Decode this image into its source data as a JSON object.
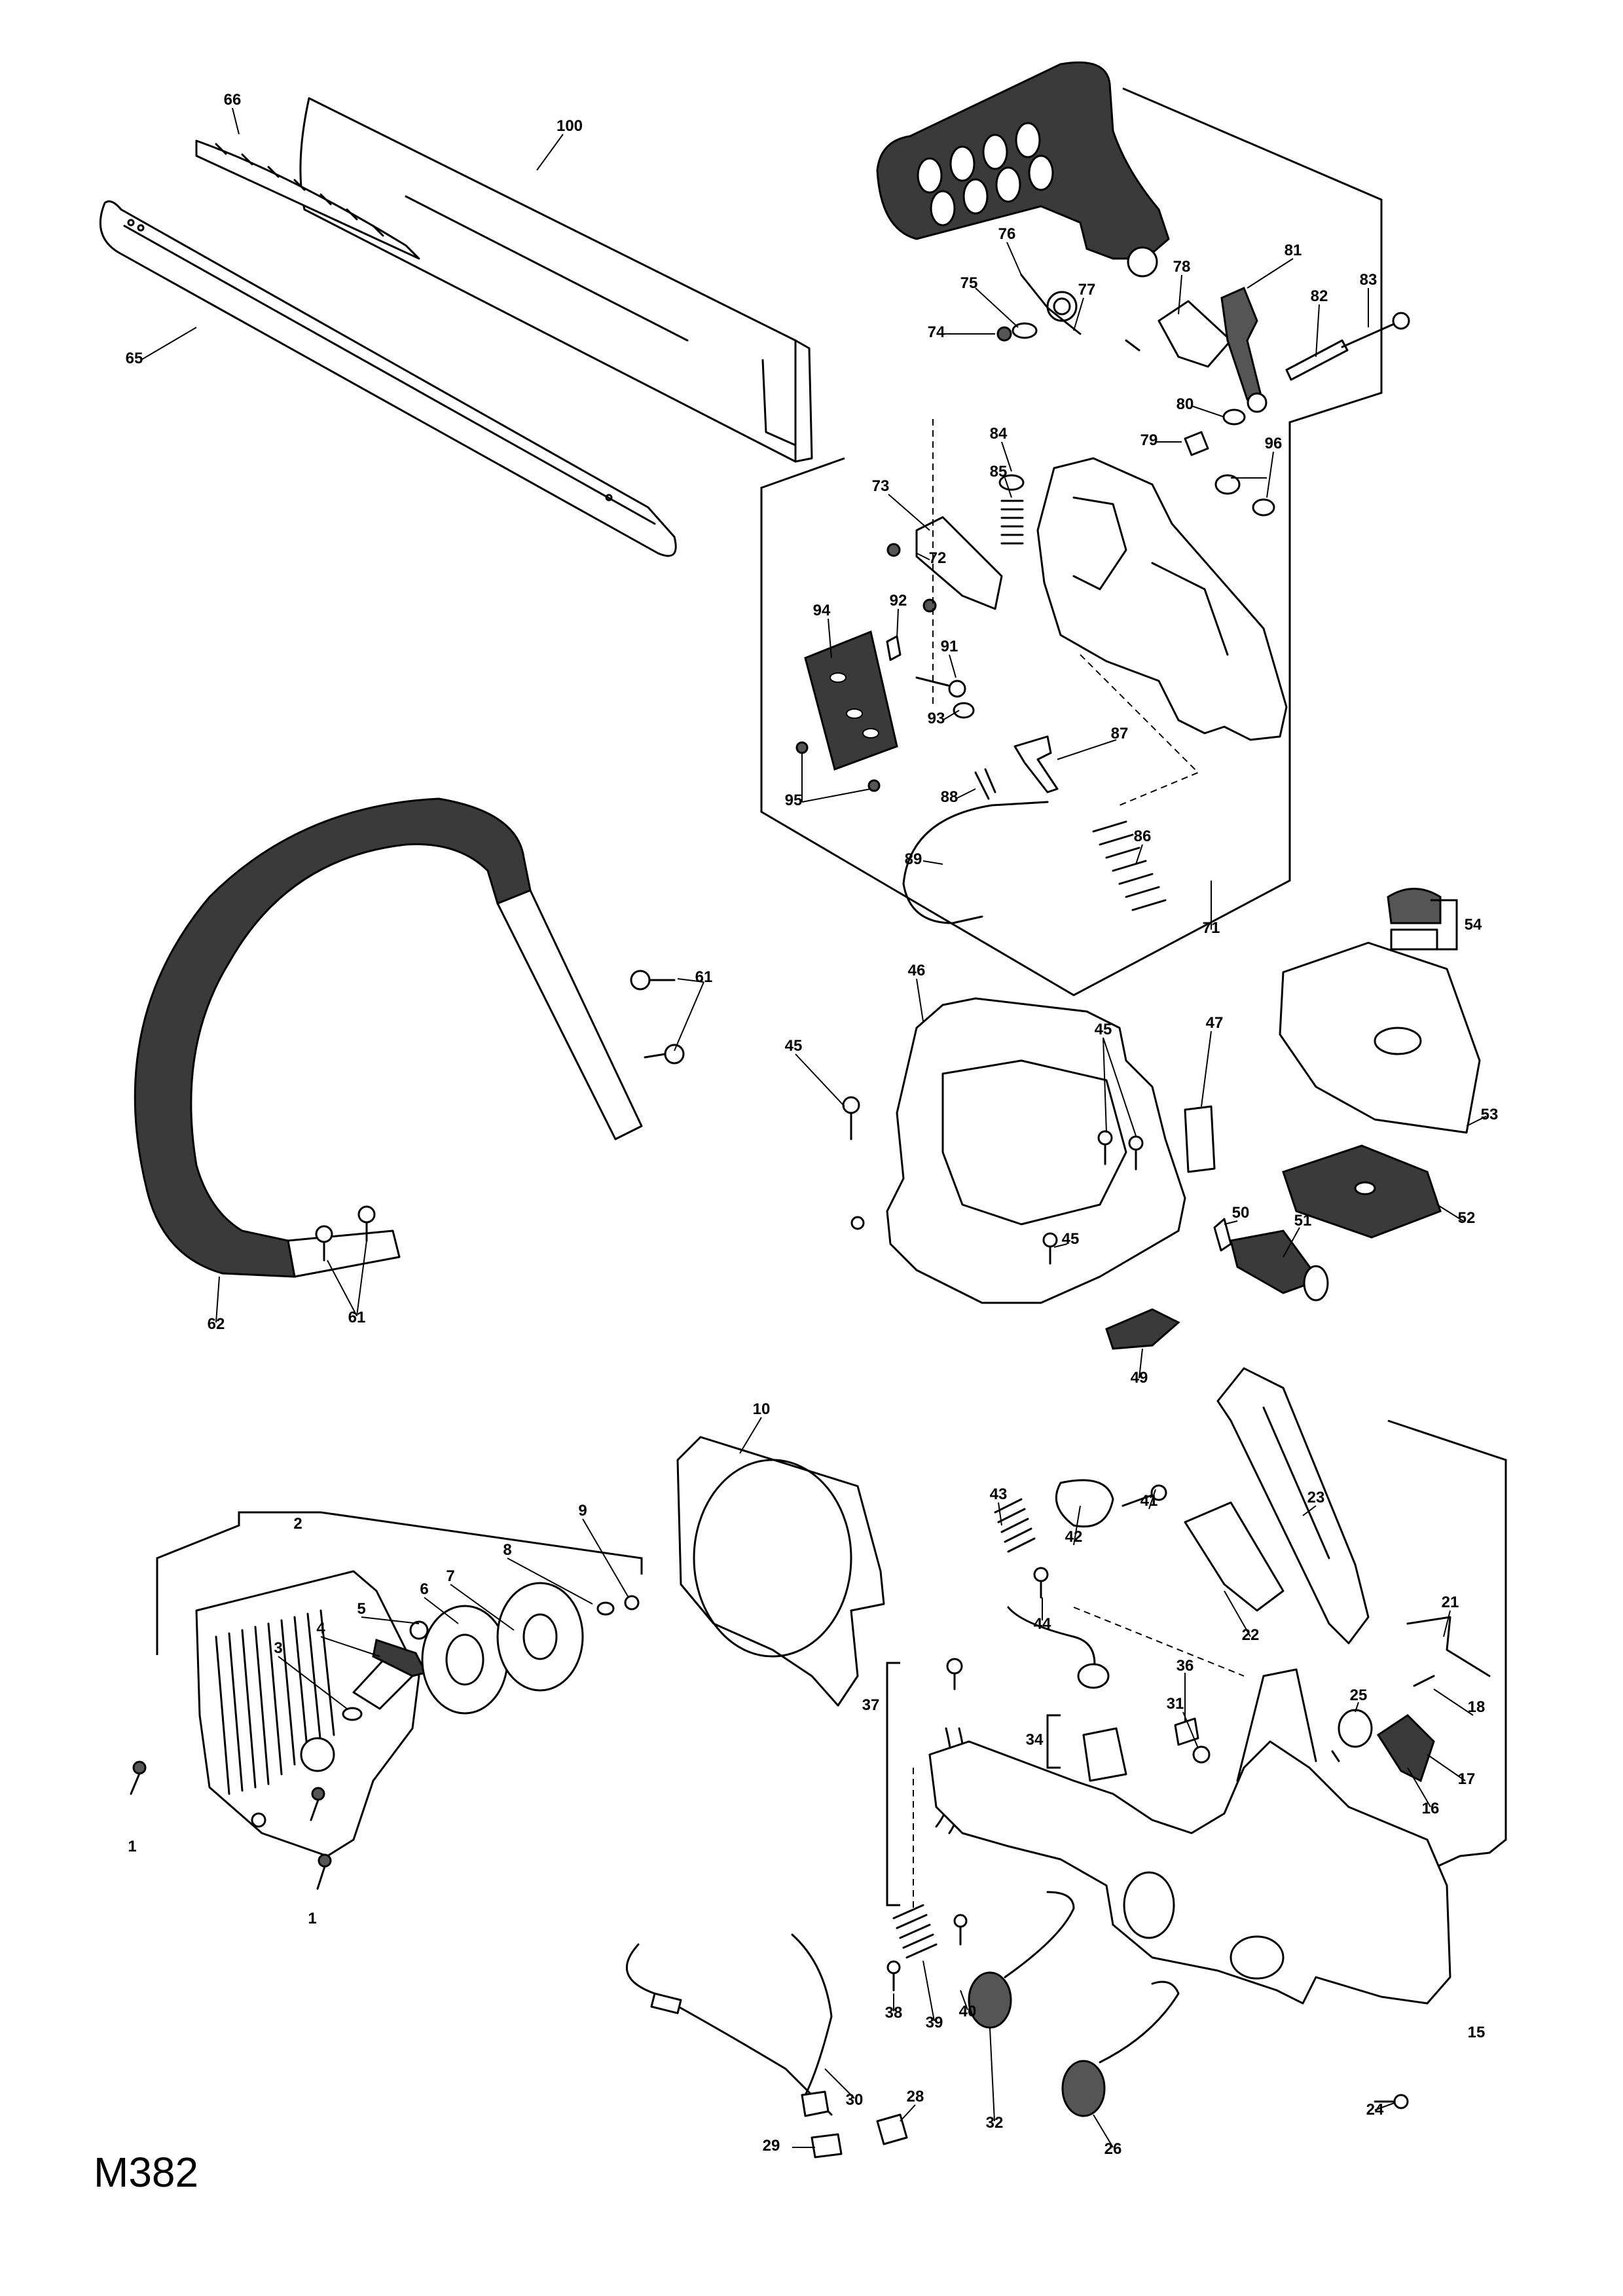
{
  "figure_code": "M382",
  "part_labels": [
    {
      "id": "p100",
      "text": "100"
    },
    {
      "id": "p66",
      "text": "66"
    },
    {
      "id": "p65",
      "text": "65"
    },
    {
      "id": "p76",
      "text": "76"
    },
    {
      "id": "p75",
      "text": "75"
    },
    {
      "id": "p74",
      "text": "74"
    },
    {
      "id": "p77",
      "text": "77"
    },
    {
      "id": "p78",
      "text": "78"
    },
    {
      "id": "p81",
      "text": "81"
    },
    {
      "id": "p82",
      "text": "82"
    },
    {
      "id": "p83",
      "text": "83"
    },
    {
      "id": "p80",
      "text": "80"
    },
    {
      "id": "p79",
      "text": "79"
    },
    {
      "id": "p84",
      "text": "84"
    },
    {
      "id": "p85",
      "text": "85"
    },
    {
      "id": "p96",
      "text": "96"
    },
    {
      "id": "p73",
      "text": "73"
    },
    {
      "id": "p72",
      "text": "72"
    },
    {
      "id": "p92",
      "text": "92"
    },
    {
      "id": "p94",
      "text": "94"
    },
    {
      "id": "p91",
      "text": "91"
    },
    {
      "id": "p93",
      "text": "93"
    },
    {
      "id": "p87",
      "text": "87"
    },
    {
      "id": "p95",
      "text": "95"
    },
    {
      "id": "p88",
      "text": "88"
    },
    {
      "id": "p89",
      "text": "89"
    },
    {
      "id": "p86",
      "text": "86"
    },
    {
      "id": "p71",
      "text": "71"
    },
    {
      "id": "p54",
      "text": "54"
    },
    {
      "id": "p61a",
      "text": "61"
    },
    {
      "id": "p46",
      "text": "46"
    },
    {
      "id": "p45a",
      "text": "45"
    },
    {
      "id": "p45b",
      "text": "45"
    },
    {
      "id": "p47",
      "text": "47"
    },
    {
      "id": "p53",
      "text": "53"
    },
    {
      "id": "p52",
      "text": "52"
    },
    {
      "id": "p50",
      "text": "50"
    },
    {
      "id": "p51",
      "text": "51"
    },
    {
      "id": "p45c",
      "text": "45"
    },
    {
      "id": "p49",
      "text": "49"
    },
    {
      "id": "p62",
      "text": "62"
    },
    {
      "id": "p61b",
      "text": "61"
    },
    {
      "id": "p10",
      "text": "10"
    },
    {
      "id": "p9",
      "text": "9"
    },
    {
      "id": "p8",
      "text": "8"
    },
    {
      "id": "p2",
      "text": "2"
    },
    {
      "id": "p7",
      "text": "7"
    },
    {
      "id": "p6",
      "text": "6"
    },
    {
      "id": "p5",
      "text": "5"
    },
    {
      "id": "p4",
      "text": "4"
    },
    {
      "id": "p3",
      "text": "3"
    },
    {
      "id": "p1a",
      "text": "1"
    },
    {
      "id": "p1b",
      "text": "1"
    },
    {
      "id": "p42",
      "text": "42"
    },
    {
      "id": "p41",
      "text": "41"
    },
    {
      "id": "p43",
      "text": "43"
    },
    {
      "id": "p23",
      "text": "23"
    },
    {
      "id": "p44",
      "text": "44"
    },
    {
      "id": "p22",
      "text": "22"
    },
    {
      "id": "p21",
      "text": "21"
    },
    {
      "id": "p37",
      "text": "37"
    },
    {
      "id": "p34",
      "text": "34"
    },
    {
      "id": "p36",
      "text": "36"
    },
    {
      "id": "p31",
      "text": "31"
    },
    {
      "id": "p25",
      "text": "25"
    },
    {
      "id": "p18",
      "text": "18"
    },
    {
      "id": "p17",
      "text": "17"
    },
    {
      "id": "p16",
      "text": "16"
    },
    {
      "id": "p40",
      "text": "40"
    },
    {
      "id": "p38",
      "text": "38"
    },
    {
      "id": "p39",
      "text": "39"
    },
    {
      "id": "p15",
      "text": "15"
    },
    {
      "id": "p30",
      "text": "30"
    },
    {
      "id": "p28",
      "text": "28"
    },
    {
      "id": "p32",
      "text": "32"
    },
    {
      "id": "p26",
      "text": "26"
    },
    {
      "id": "p29",
      "text": "29"
    },
    {
      "id": "p24",
      "text": "24"
    }
  ]
}
